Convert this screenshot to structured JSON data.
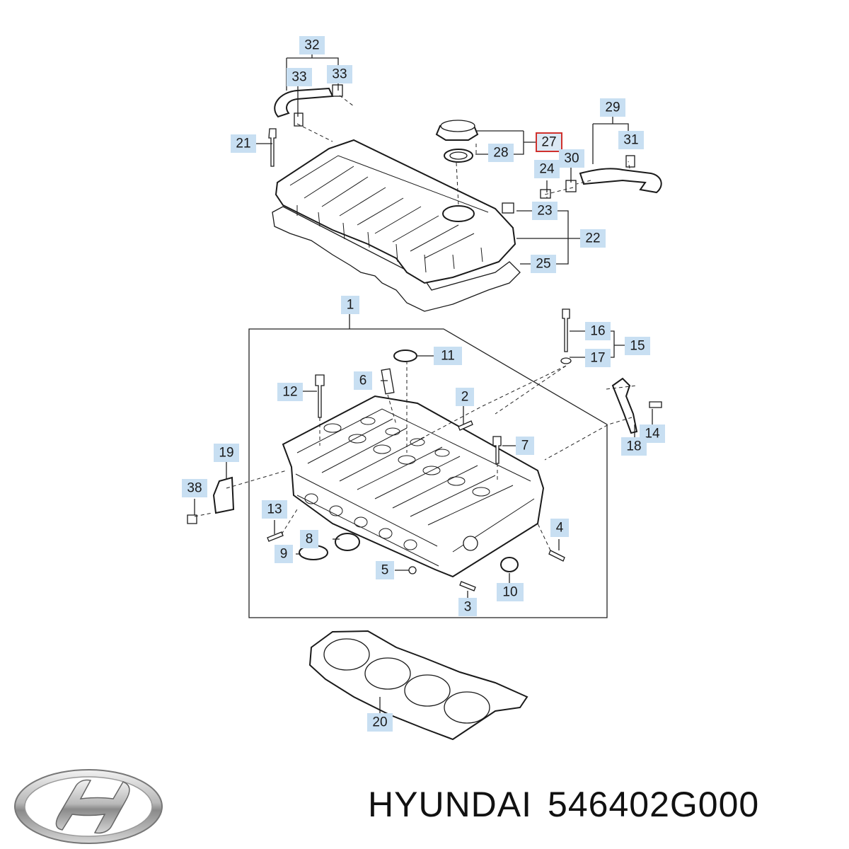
{
  "callouts": {
    "c1": "1",
    "c2": "2",
    "c3": "3",
    "c4": "4",
    "c5": "5",
    "c6": "6",
    "c7": "7",
    "c8": "8",
    "c9": "9",
    "c10": "10",
    "c11": "11",
    "c12": "12",
    "c13": "13",
    "c14": "14",
    "c15": "15",
    "c16": "16",
    "c17": "17",
    "c18": "18",
    "c19": "19",
    "c20": "20",
    "c21": "21",
    "c22": "22",
    "c23": "23",
    "c24": "24",
    "c25": "25",
    "c27": "27",
    "c28": "28",
    "c29": "29",
    "c30": "30",
    "c31": "31",
    "c32": "32",
    "c33a": "33",
    "c33b": "33",
    "c38": "38"
  },
  "highlighted_callout": "27",
  "colors": {
    "callout_fill": "#c8dff2",
    "highlight_border": "#d0312d",
    "line": "#1a1a1a"
  },
  "caption": {
    "brand": "HYUNDAI",
    "part_number": "546402G000"
  },
  "logo": {
    "icon": "hyundai-logo-icon",
    "text": "H"
  }
}
